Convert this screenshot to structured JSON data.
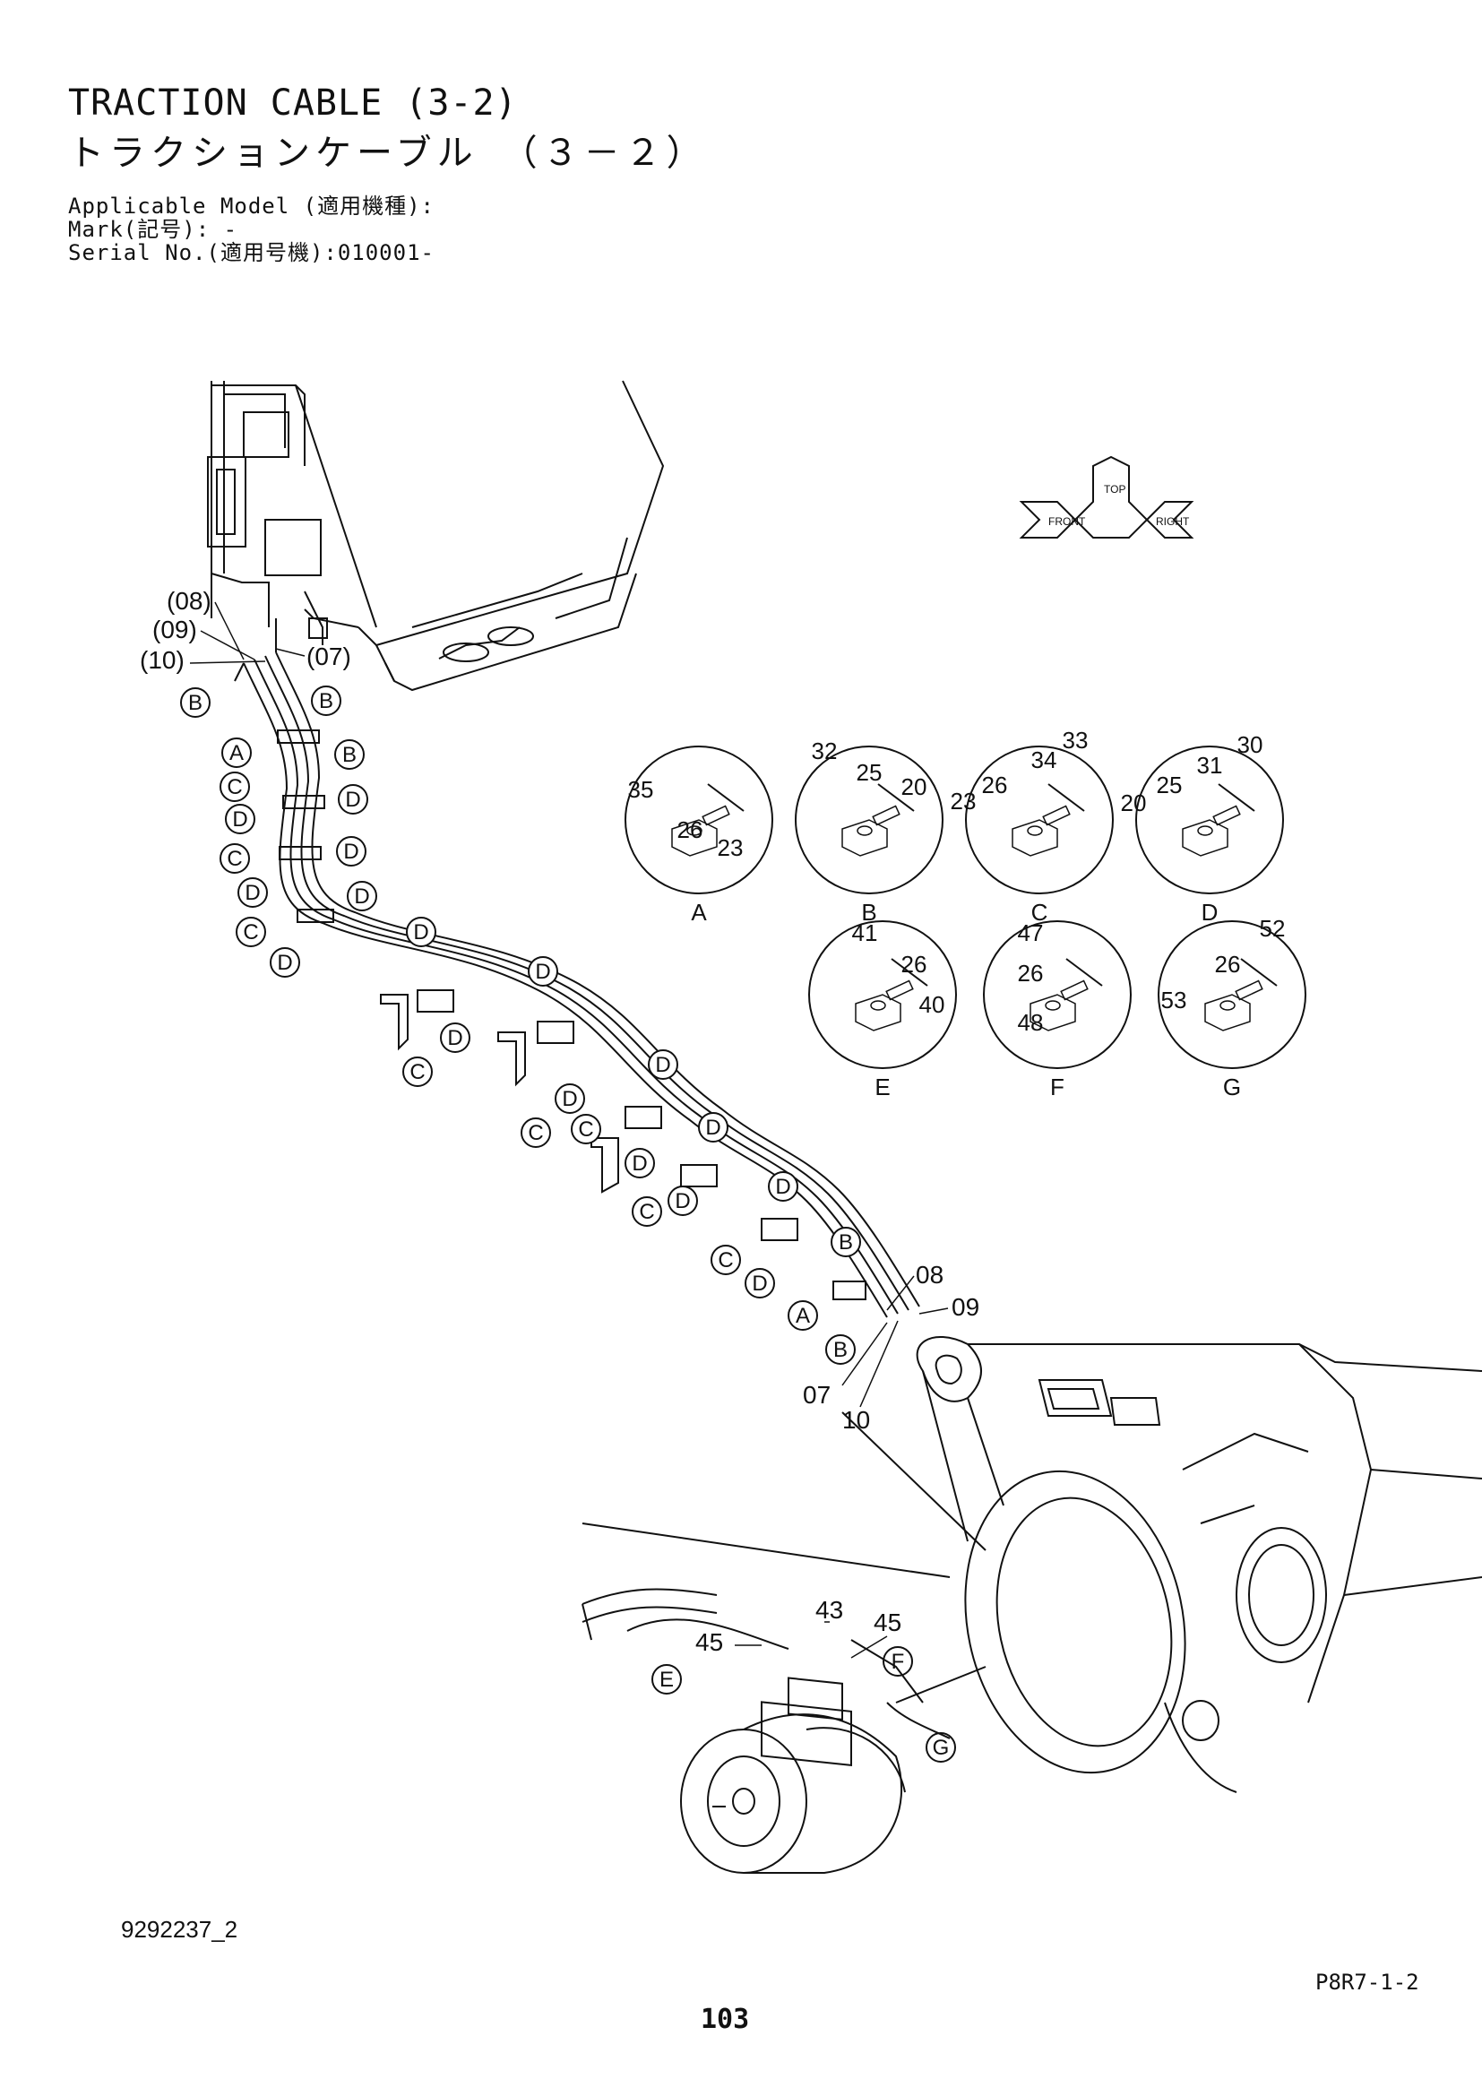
{
  "header": {
    "title_en": "TRACTION CABLE (3-2)",
    "title_ja": "トラクションケーブル　（３－２）",
    "applicable_model": "Applicable Model (適用機種):",
    "mark": "Mark(記号): -",
    "serial": "Serial No.(適用号機):010001-"
  },
  "orientation_icon": {
    "labels": [
      "TOP",
      "FRONT",
      "RIGHT"
    ]
  },
  "callouts": {
    "top_left": [
      "(08)",
      "(09)",
      "(10)",
      "(07)"
    ],
    "bottom_right": [
      "08",
      "09",
      "07",
      "10"
    ],
    "motor": [
      "43",
      "45",
      "45"
    ]
  },
  "clamp_letters_route": [
    {
      "letter": "B"
    },
    {
      "letter": "B"
    },
    {
      "letter": "A"
    },
    {
      "letter": "B"
    },
    {
      "letter": "C"
    },
    {
      "letter": "D"
    },
    {
      "letter": "D"
    },
    {
      "letter": "C"
    },
    {
      "letter": "D"
    },
    {
      "letter": "D"
    },
    {
      "letter": "D"
    },
    {
      "letter": "C"
    },
    {
      "letter": "D"
    },
    {
      "letter": "D"
    },
    {
      "letter": "C"
    },
    {
      "letter": "D"
    },
    {
      "letter": "D"
    },
    {
      "letter": "C"
    },
    {
      "letter": "D"
    },
    {
      "letter": "D"
    },
    {
      "letter": "C"
    },
    {
      "letter": "D"
    },
    {
      "letter": "D"
    },
    {
      "letter": "C"
    },
    {
      "letter": "D"
    },
    {
      "letter": "D"
    },
    {
      "letter": "C"
    },
    {
      "letter": "D"
    },
    {
      "letter": "B"
    },
    {
      "letter": "A"
    },
    {
      "letter": "B"
    },
    {
      "letter": "E"
    },
    {
      "letter": "F"
    },
    {
      "letter": "G"
    }
  ],
  "detail_views": [
    {
      "label": "A",
      "parts": [
        "35",
        "26",
        "23"
      ]
    },
    {
      "label": "B",
      "parts": [
        "32",
        "25",
        "20"
      ]
    },
    {
      "label": "C",
      "parts": [
        "33",
        "34",
        "26",
        "23"
      ]
    },
    {
      "label": "D",
      "parts": [
        "30",
        "31",
        "25",
        "20"
      ]
    },
    {
      "label": "E",
      "parts": [
        "41",
        "26",
        "40"
      ]
    },
    {
      "label": "F",
      "parts": [
        "47",
        "26",
        "48"
      ]
    },
    {
      "label": "G",
      "parts": [
        "52",
        "26",
        "53"
      ]
    }
  ],
  "footer": {
    "drawing_no": "9292237_2",
    "page_code": "P8R7-1-2",
    "page_number": "103"
  }
}
